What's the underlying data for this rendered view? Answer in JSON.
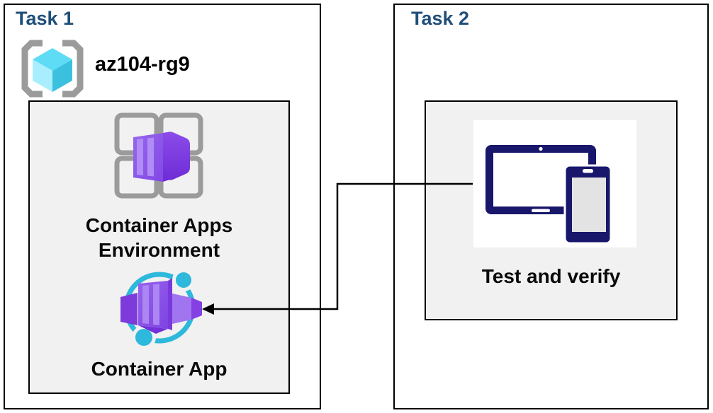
{
  "task1": {
    "title": "Task 1",
    "resource_group_name": "az104-rg9",
    "nodes": [
      {
        "id": "container-apps-environment",
        "label": "Container Apps Environment"
      },
      {
        "id": "container-app",
        "label": "Container App"
      }
    ]
  },
  "task2": {
    "title": "Task 2",
    "nodes": [
      {
        "id": "test-and-verify",
        "label": "Test and verify"
      }
    ]
  },
  "connector": {
    "from": "test-and-verify",
    "to": "container-app",
    "type": "elbow-arrow"
  },
  "icons": {
    "resource_group": "resource-group-icon",
    "container_apps_environment": "container-apps-environment-icon",
    "container_app": "container-app-icon",
    "test_and_verify": "devices-icon"
  },
  "colors": {
    "title_blue": "#1F4E79",
    "panel_fill": "#F1F1F1",
    "border_black": "#000000",
    "device_navy": "#18176B",
    "accent_cyan": "#2EB8DB",
    "accent_purple": "#8A57E8",
    "icon_gray": "#9B9B9B"
  }
}
